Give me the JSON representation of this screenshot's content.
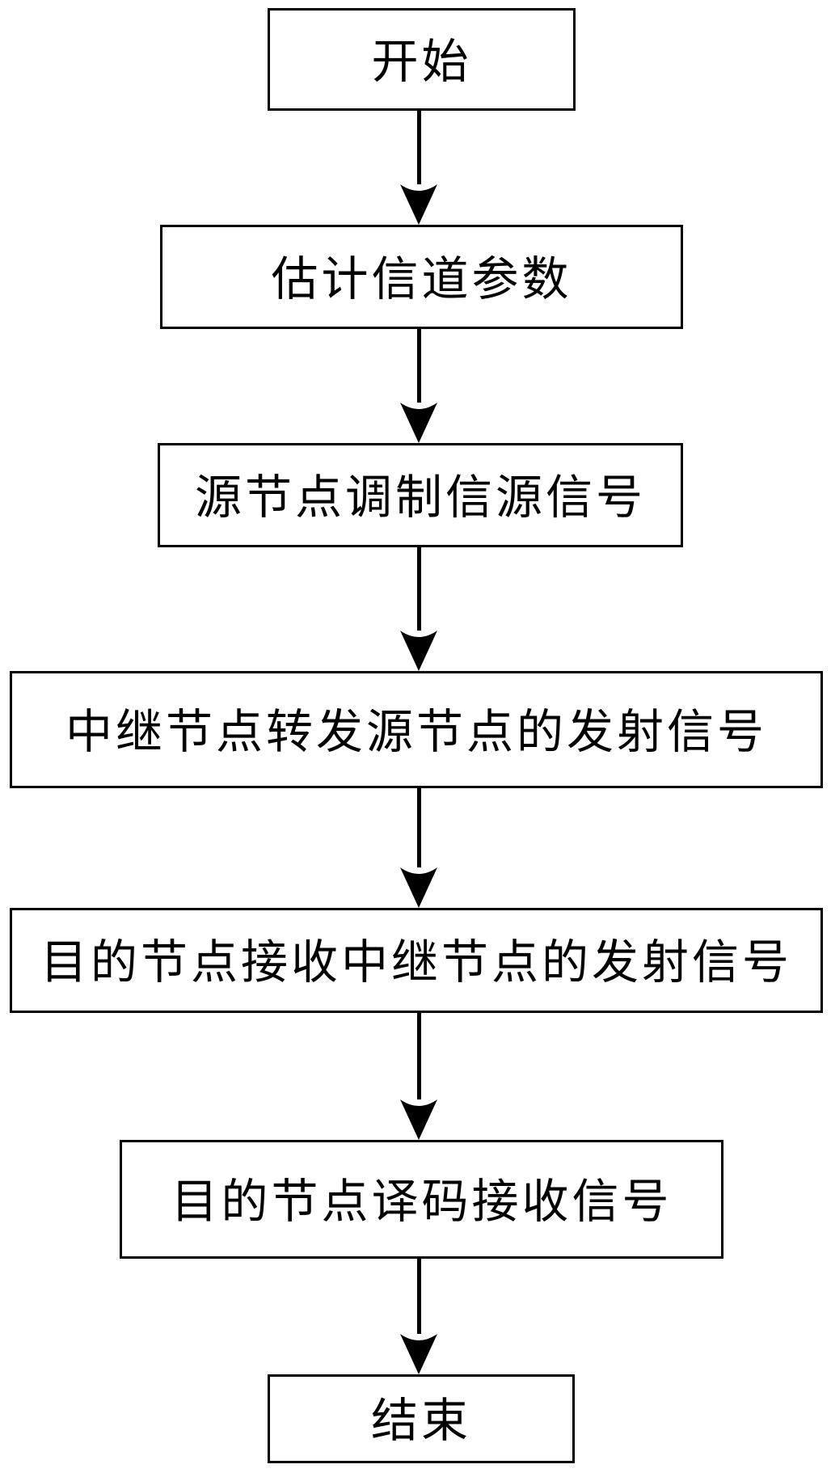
{
  "flowchart": {
    "type": "flowchart",
    "direction": "top-down",
    "language": "zh-CN",
    "nodes": [
      {
        "id": "start",
        "shape": "rectangle",
        "label": "开始"
      },
      {
        "id": "estimate-channel",
        "shape": "rectangle",
        "label": "估计信道参数"
      },
      {
        "id": "source-modulate",
        "shape": "rectangle",
        "label": "源节点调制信源信号"
      },
      {
        "id": "relay-forward",
        "shape": "rectangle",
        "label": "中继节点转发源节点的发射信号"
      },
      {
        "id": "dest-receive",
        "shape": "rectangle",
        "label": "目的节点接收中继节点的发射信号"
      },
      {
        "id": "dest-decode",
        "shape": "rectangle",
        "label": "目的节点译码接收信号"
      },
      {
        "id": "end",
        "shape": "rectangle",
        "label": "结束"
      }
    ],
    "edges": [
      {
        "from": "start",
        "to": "estimate-channel",
        "style": "arrow-down"
      },
      {
        "from": "estimate-channel",
        "to": "source-modulate",
        "style": "arrow-down"
      },
      {
        "from": "source-modulate",
        "to": "relay-forward",
        "style": "arrow-down"
      },
      {
        "from": "relay-forward",
        "to": "dest-receive",
        "style": "arrow-down"
      },
      {
        "from": "dest-receive",
        "to": "dest-decode",
        "style": "arrow-down"
      },
      {
        "from": "dest-decode",
        "to": "end",
        "style": "arrow-down"
      }
    ]
  },
  "colors": {
    "page_background": "#ffffff",
    "box_fill": "#ffffff",
    "box_border": "#000000",
    "arrow": "#000000",
    "text": "#000000"
  }
}
